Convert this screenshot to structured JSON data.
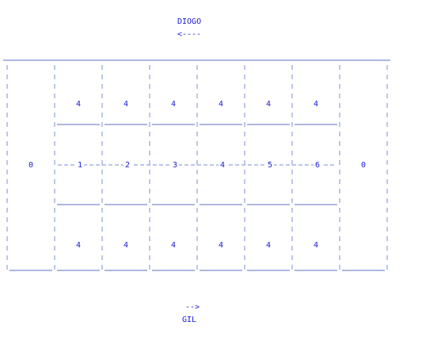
{
  "players": {
    "top": {
      "name": "DIOGO",
      "direction_arrow": "<----"
    },
    "bottom": {
      "name": "GIL",
      "direction_arrow": "-->"
    }
  },
  "board": {
    "left_store": "0",
    "right_store": "0",
    "top_pits": [
      "4",
      "4",
      "4",
      "4",
      "4",
      "4"
    ],
    "bottom_pits": [
      "4",
      "4",
      "4",
      "4",
      "4",
      "4"
    ],
    "pit_indices": [
      "1",
      "2",
      "3",
      "4",
      "5",
      "6"
    ]
  },
  "colors": {
    "text": "#1a1ad8",
    "background": "#ffffff"
  }
}
